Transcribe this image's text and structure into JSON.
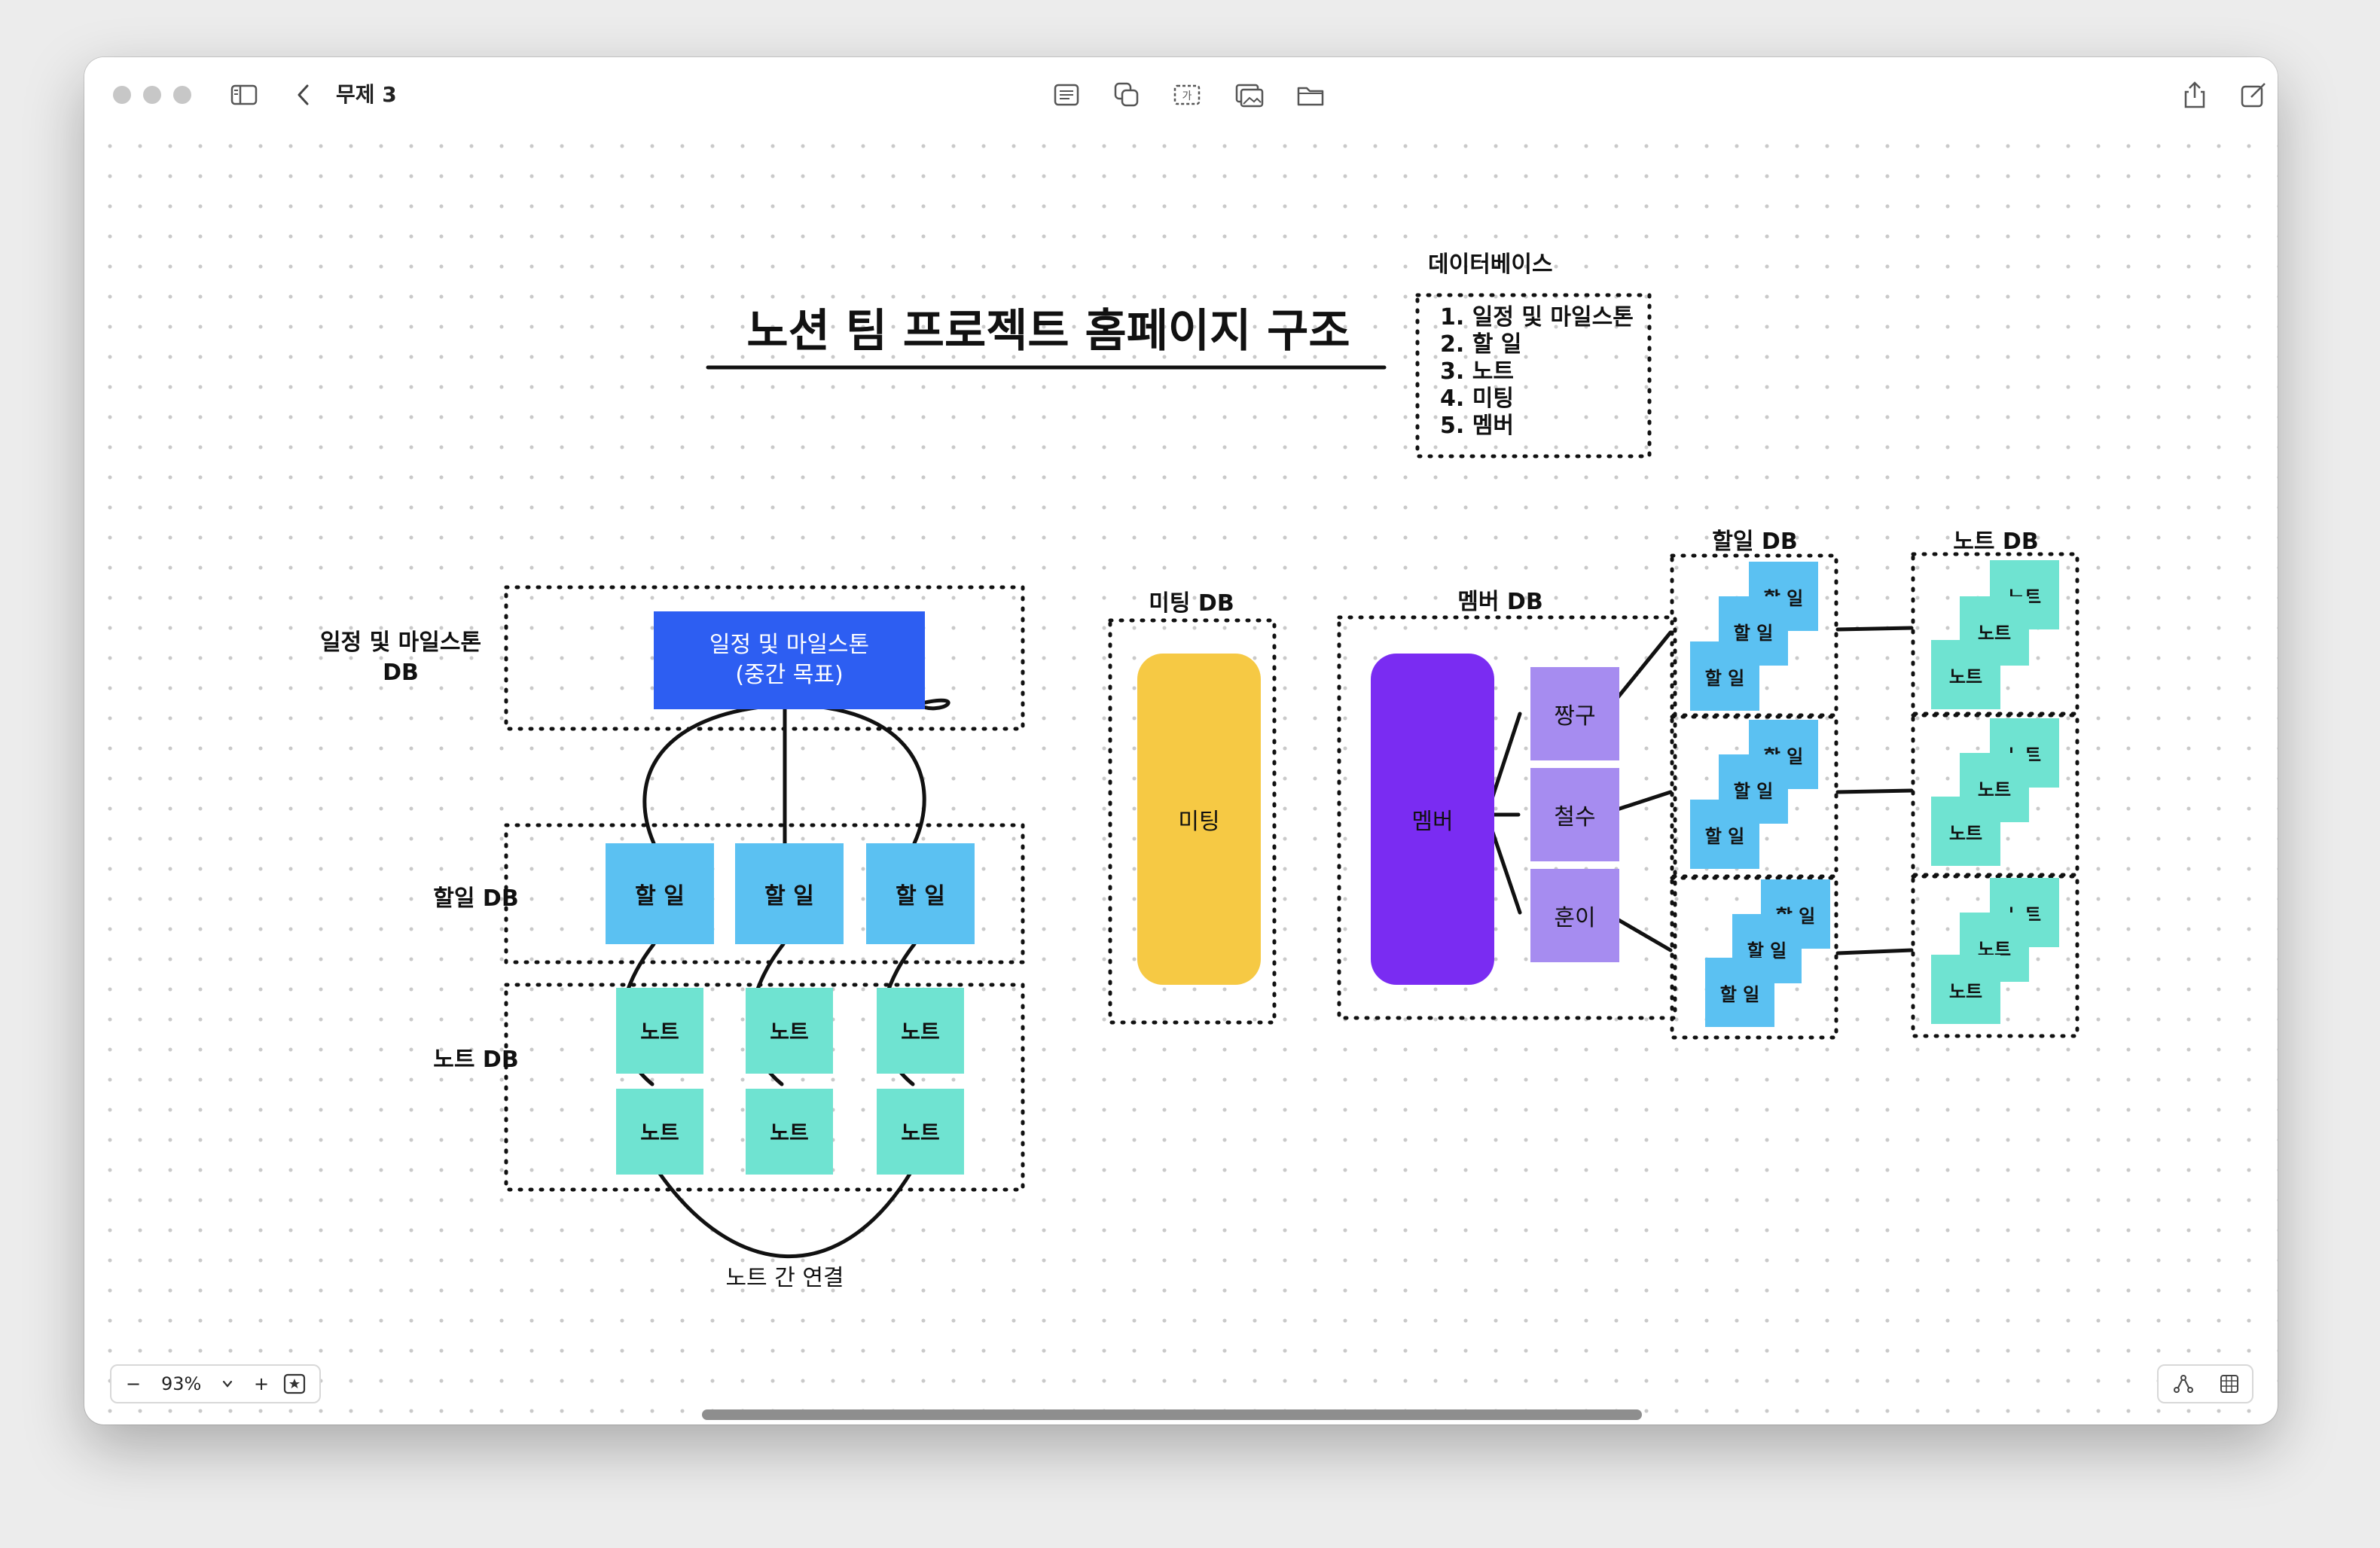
{
  "window": {
    "title": "무제 3"
  },
  "toolbar": {
    "sidebar_icon": "sidebar-toggle-icon",
    "back_icon": "chevron-left-icon",
    "center_icons": [
      "text-block-icon",
      "shapes-icon",
      "text-box-icon",
      "media-icon",
      "folder-icon"
    ],
    "right_icons": [
      "share-icon",
      "compose-icon"
    ]
  },
  "board": {
    "title": "노션 팀 프로젝트 홈페이지 구조",
    "db_list": {
      "heading": "데이터베이스",
      "items": [
        "1.  일정 및 마일스톤",
        "2.  할 일",
        "3.  노트",
        "4.  미팅",
        "5.  멤버"
      ]
    },
    "left_section": {
      "milestone_label_line1": "일정 및 마일스톤",
      "milestone_label_line2": "DB",
      "milestone_box_line1": "일정 및 마일스톤",
      "milestone_box_line2": "(중간 목표)",
      "todo_label": "할일 DB",
      "todo_items": [
        "할 일",
        "할 일",
        "할 일"
      ],
      "note_label": "노트 DB",
      "note_items_top": [
        "노트",
        "노트",
        "노트"
      ],
      "note_items_bottom": [
        "노트",
        "노트",
        "노트"
      ],
      "note_link_label": "노트 간 연결"
    },
    "meeting": {
      "label": "미팅 DB",
      "item": "미팅"
    },
    "member": {
      "label": "멤버 DB",
      "main": "멤버",
      "people": [
        "짱구",
        "철수",
        "훈이"
      ]
    },
    "todo_db_group": {
      "label": "할일 DB",
      "stacks": [
        [
          "할 일",
          "할 일",
          "할 일"
        ],
        [
          "할 일",
          "할 일",
          "할 일"
        ],
        [
          "할 일",
          "할 일",
          "할 일"
        ]
      ]
    },
    "note_db_group": {
      "label": "노트 DB",
      "stacks": [
        [
          "노트",
          "노트",
          "노트"
        ],
        [
          "노트",
          "노트",
          "노트"
        ],
        [
          "노트",
          "노트",
          "노트"
        ]
      ]
    }
  },
  "zoom": {
    "level": "93%",
    "minus": "−",
    "plus": "+",
    "dropdown_icon": "chevron-down-icon",
    "favorite_icon": "star-box-icon"
  },
  "bottom_right": {
    "icons": [
      "share-graph-icon",
      "grid-icon"
    ]
  },
  "colors": {
    "milestone_blue": "#2d5ef2",
    "todo_blue": "#5bc1f2",
    "note_teal": "#6fe3d1",
    "meeting_yellow": "#f6c944",
    "member_purple": "#7a2cf2",
    "person_lavender": "#a68cf0"
  }
}
